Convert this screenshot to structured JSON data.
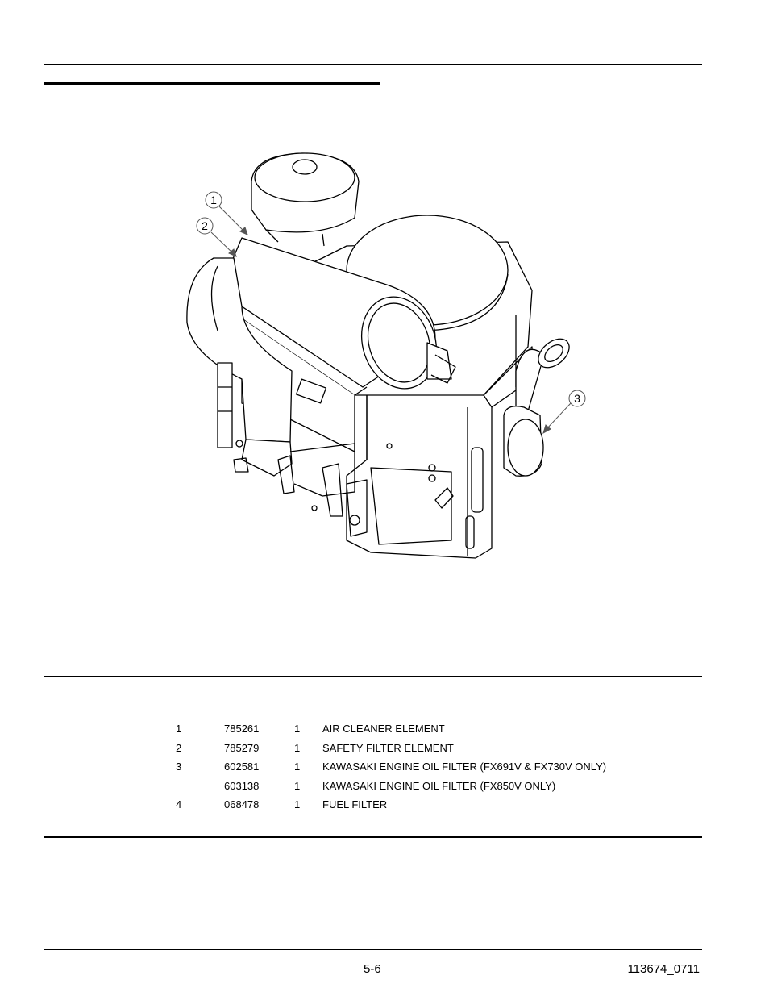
{
  "figure": {
    "callouts": [
      "1",
      "2",
      "3"
    ]
  },
  "parts": [
    {
      "ref": "1",
      "part_no": "785261",
      "qty": "1",
      "description": "AIR CLEANER ELEMENT"
    },
    {
      "ref": "2",
      "part_no": "785279",
      "qty": "1",
      "description": "SAFETY FILTER ELEMENT"
    },
    {
      "ref": "3",
      "part_no": "602581",
      "qty": "1",
      "description": "KAWASAKI ENGINE OIL FILTER (FX691V & FX730V ONLY)"
    },
    {
      "ref": "",
      "part_no": "603138",
      "qty": "1",
      "description": "KAWASAKI ENGINE OIL FILTER (FX850V ONLY)"
    },
    {
      "ref": "4",
      "part_no": "068478",
      "qty": "1",
      "description": "FUEL FILTER"
    }
  ],
  "footer": {
    "page_number": "5-6",
    "doc_number": "113674_0711"
  }
}
